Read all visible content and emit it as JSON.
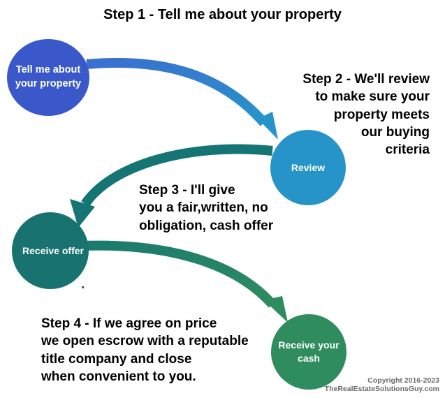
{
  "steps": {
    "step1": "Step 1 - Tell me about your property",
    "step2": [
      "Step 2 - We'll review",
      "to make sure your",
      "property meets",
      "our buying",
      "criteria"
    ],
    "step3": [
      "Step 3 - I'll give",
      "you a fair,written, no",
      "obligation, cash offer"
    ],
    "step4": [
      "Step 4 - If we agree on price",
      "we open escrow with a reputable",
      "title company and close",
      "when convenient to you."
    ]
  },
  "circles": {
    "c1": [
      "Tell me about",
      "your property"
    ],
    "c2": [
      "Review"
    ],
    "c3": [
      "Receive  offer"
    ],
    "c4": [
      "Receive your",
      "cash"
    ]
  },
  "colors": {
    "c1": "#3a58c9",
    "c2": "#2794c9",
    "c3": "#18726f",
    "c4": "#2f8c5f",
    "arrow1": "#2f86c8",
    "arrow2": "#157474",
    "arrow3": "#23896a"
  },
  "copyright": [
    "Copyright 2016-2023",
    "TheRealEstateSolutionsGuy.com"
  ]
}
